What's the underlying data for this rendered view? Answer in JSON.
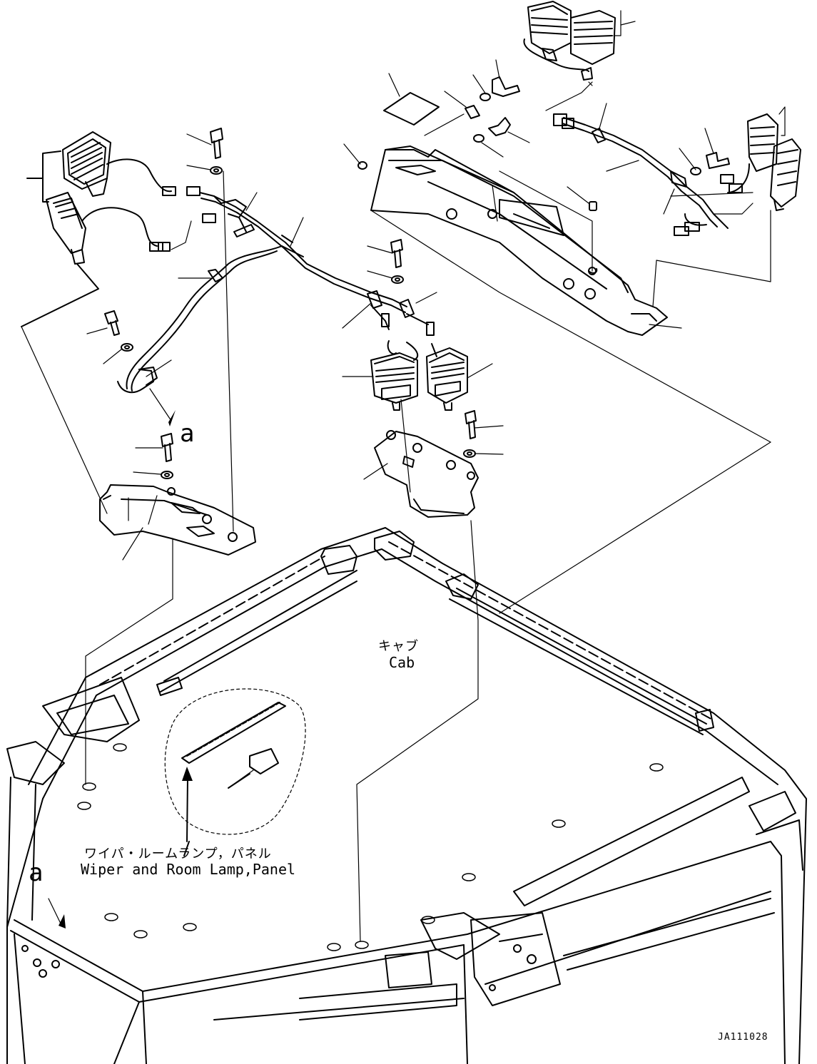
{
  "labels": {
    "cab_jp": "キャブ",
    "cab_en": "Cab",
    "panel_jp": "ワイパ・ルームランプ，パネル",
    "panel_en": "Wiper and Room Lamp,Panel",
    "arrow_a_top": "a",
    "arrow_a_bottom": "a",
    "drawing_code": "JA111028"
  },
  "colors": {
    "line": "#000000",
    "background": "#ffffff"
  }
}
